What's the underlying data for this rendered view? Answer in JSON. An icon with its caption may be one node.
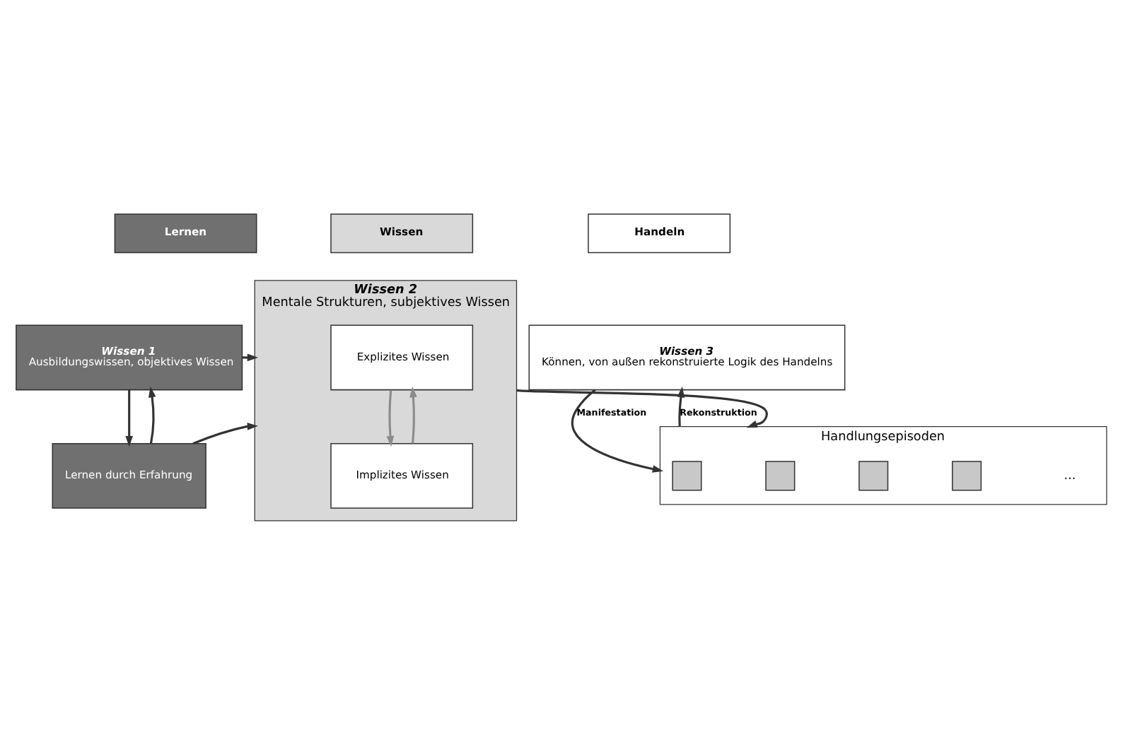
{
  "diagram": {
    "nodes": [
      {
        "text": [
          "Lernen"
        ]
      },
      {
        "text": [
          "Wissen"
        ]
      },
      {
        "text": [
          "Handeln"
        ]
      },
      {
        "text": [
          "Wissen 1",
          "Ausbildungswissen, objektives Wissen"
        ]
      },
      {
        "text": [
          "Wissen 2",
          "Mentale Strukturen, subjektives Wissen"
        ]
      },
      {
        "text": [
          "Explizites Wissen"
        ],
        "in": 4
      },
      {
        "text": [
          "Implizites Wissen"
        ],
        "in": 4
      },
      {
        "text": [
          "Wissen 3",
          "Können, von außen rekonstruierte Logik des Handelns"
        ]
      },
      {
        "text": [
          "Lernen durch Erfahrung"
        ]
      },
      {
        "text": [
          "Handlungsepisoden"
        ]
      },
      {
        "text": [],
        "shape": "box",
        "in": 9
      },
      {
        "text": [],
        "shape": "box",
        "in": 9
      },
      {
        "text": [],
        "shape": "box",
        "in": 9
      },
      {
        "text": [],
        "shape": "box",
        "in": 9
      }
    ],
    "edges": [
      {
        "from": 3,
        "to": 4,
        "arrow": "to"
      },
      {
        "from": 3,
        "to": 8,
        "arrow": "to"
      },
      {
        "from": 8,
        "to": 3,
        "arrow": "to"
      },
      {
        "from": 8,
        "to": 4,
        "arrow": "to"
      },
      {
        "from": 5,
        "to": 6,
        "arrow": "to",
        "color": "#8c8c8c"
      },
      {
        "from": 6,
        "to": 5,
        "arrow": "to",
        "color": "#8c8c8c"
      },
      {
        "from": 4,
        "to": 9,
        "arrow": "to"
      },
      {
        "from": 7,
        "to": 9,
        "arrow": "to",
        "label": "Manifestation"
      },
      {
        "from": 9,
        "to": 7,
        "arrow": "to",
        "label": "Rekonstruktion"
      }
    ],
    "labels": [
      "..."
    ]
  }
}
